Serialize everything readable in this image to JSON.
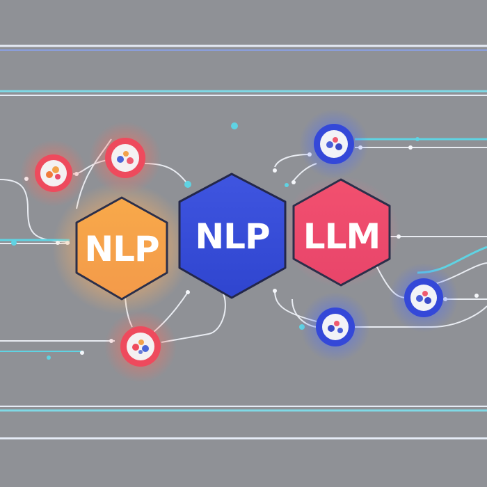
{
  "diagram": {
    "hexagons": [
      {
        "id": "hex-nlp-orange",
        "label": "NLP",
        "color": "#f5a049"
      },
      {
        "id": "hex-nlp-blue",
        "label": "NLP",
        "color": "#3b50d8"
      },
      {
        "id": "hex-llm-pink",
        "label": "LLM",
        "color": "#ef4b6a"
      }
    ],
    "colors": {
      "background": "#8f9196",
      "accent_cyan": "#5fd3e3",
      "warm_glow": "#ff5a5a",
      "cool_glow": "#3a5bff",
      "connector": "#e9ecf2"
    },
    "node_icons": [
      "molecule-icon"
    ]
  }
}
